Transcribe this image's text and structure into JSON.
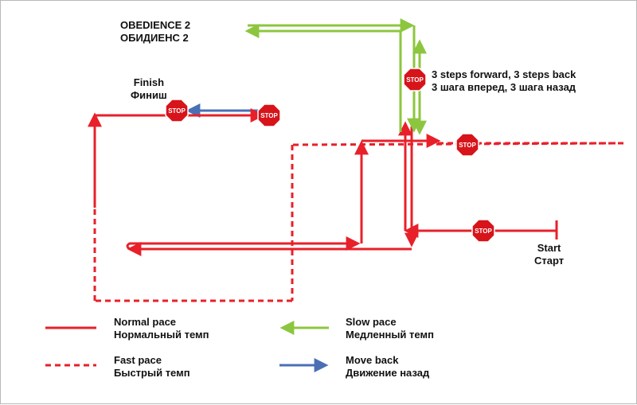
{
  "title": {
    "line1": "OBEDIENCE 2",
    "line2": "ОБИДИЕНС 2"
  },
  "finish": {
    "line1": "Finish",
    "line2": "Финиш"
  },
  "start": {
    "line1": "Start",
    "line2": "Старт"
  },
  "steps_exercise": {
    "line1": "3 steps forward, 3 steps back",
    "line2": "3 шага вперед, 3 шага назад"
  },
  "stop_sign_label": "STOP",
  "legend": {
    "normal": {
      "line1": "Normal pace",
      "line2": "Нормальный темп"
    },
    "fast": {
      "line1": "Fast pace",
      "line2": "Быстрый темп"
    },
    "slow": {
      "line1": "Slow pace",
      "line2": "Медленный темп"
    },
    "back": {
      "line1": "Move back",
      "line2": "Движение назад"
    }
  },
  "colors": {
    "normal_pace": "#e8202a",
    "fast_pace": "#e8202a",
    "slow_pace": "#8cc63f",
    "move_back": "#4a6fb5",
    "stop_sign": "#d7141a"
  }
}
